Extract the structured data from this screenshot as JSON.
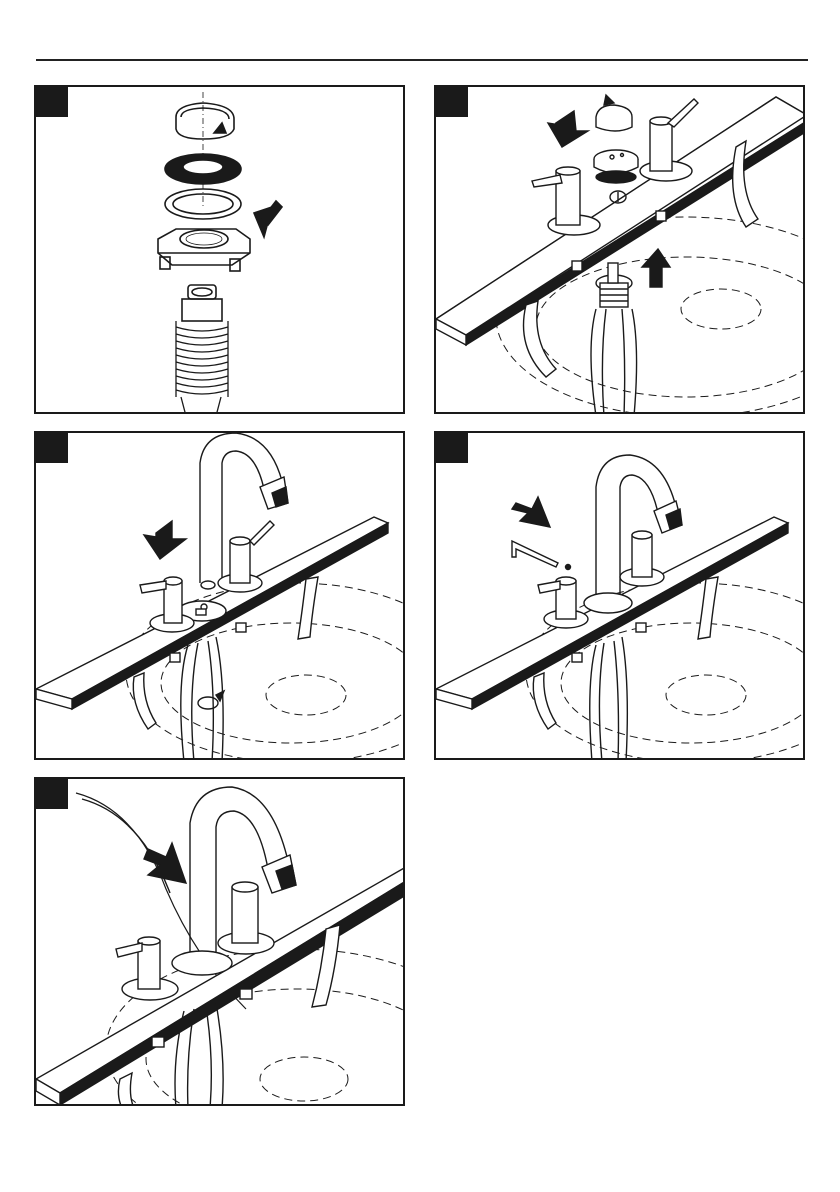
{
  "document": {
    "type": "installation-instructions",
    "steps": [
      {
        "number": "",
        "description_icon": "hose-and-flange-assembly"
      },
      {
        "number": "",
        "description_icon": "valve-insert-into-deck"
      },
      {
        "number": "",
        "description_icon": "spout-and-handle-install"
      },
      {
        "number": "",
        "description_icon": "hex-key-set-screw"
      },
      {
        "number": "",
        "description_icon": "final-assembly"
      }
    ]
  },
  "colors": {
    "line": "#1a1a1a",
    "deck": "#1a1a1a",
    "background": "#ffffff",
    "badge": "#1a1a1a"
  },
  "icons": [
    "rotate-arrow-icon",
    "down-arrow-icon",
    "up-arrow-icon",
    "hex-key-icon",
    "faucet-spout-icon",
    "lever-handle-icon",
    "sink-basin-icon"
  ]
}
